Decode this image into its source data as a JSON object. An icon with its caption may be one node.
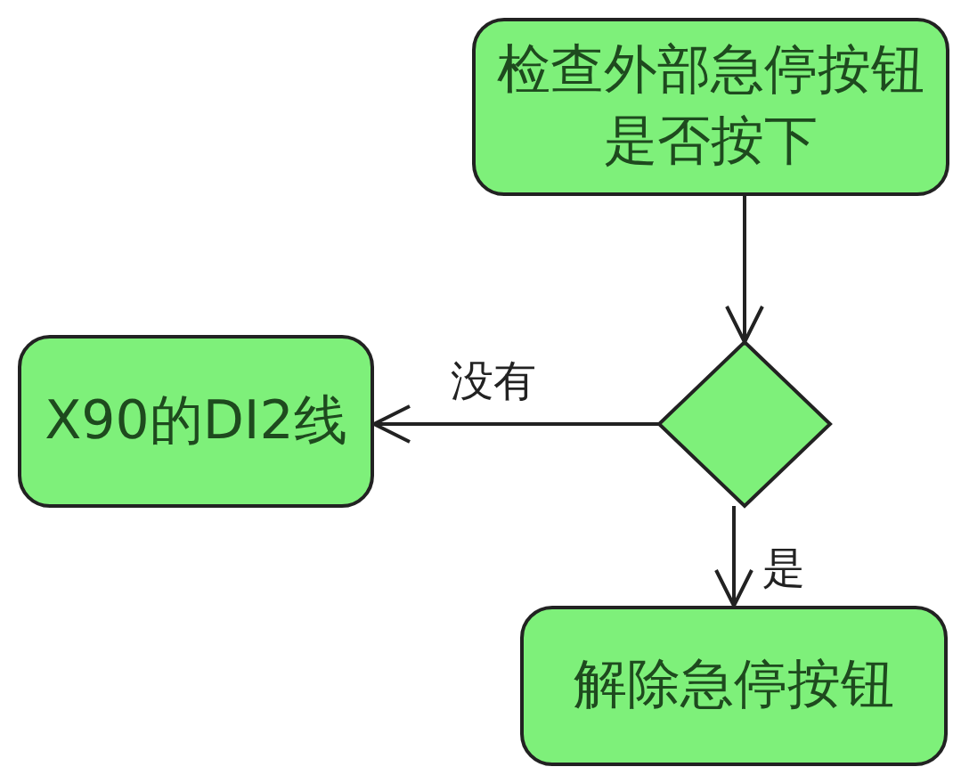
{
  "diagram": {
    "nodes": [
      {
        "text": [
          "检查外部急停按钮是否按下"
        ]
      },
      {
        "text": [],
        "shape": "diamond"
      },
      {
        "text": [
          "X90的DI2线"
        ]
      },
      {
        "text": [
          "解除急停按钮"
        ]
      }
    ],
    "edges": [
      {
        "from": 0,
        "to": 1,
        "arrow": "to"
      },
      {
        "from": 1,
        "to": 2,
        "arrow": "to",
        "label": "没有"
      },
      {
        "from": 1,
        "to": 3,
        "arrow": "to",
        "label": "是"
      }
    ]
  }
}
